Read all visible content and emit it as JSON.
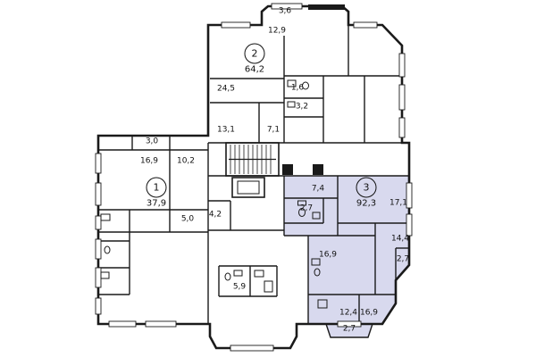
{
  "plan": {
    "apartments": [
      {
        "number": "2",
        "area": "64,2"
      },
      {
        "number": "1",
        "area": "37,9"
      },
      {
        "number": "3",
        "area": "92,3"
      }
    ],
    "room_labels": [
      "3,6",
      "12,9",
      "24,5",
      "1,6",
      "3,2",
      "13,1",
      "7,1",
      "3,0",
      "16,9",
      "10,2",
      "7,4",
      "2,7",
      "17,1",
      "5,0",
      "4,2",
      "14,4",
      "2,7",
      "16,9",
      "5,9",
      "12,4",
      "16,9",
      "2,7"
    ]
  },
  "colors": {
    "highlight": "#d8d9ee",
    "line": "#1a1a1a"
  }
}
